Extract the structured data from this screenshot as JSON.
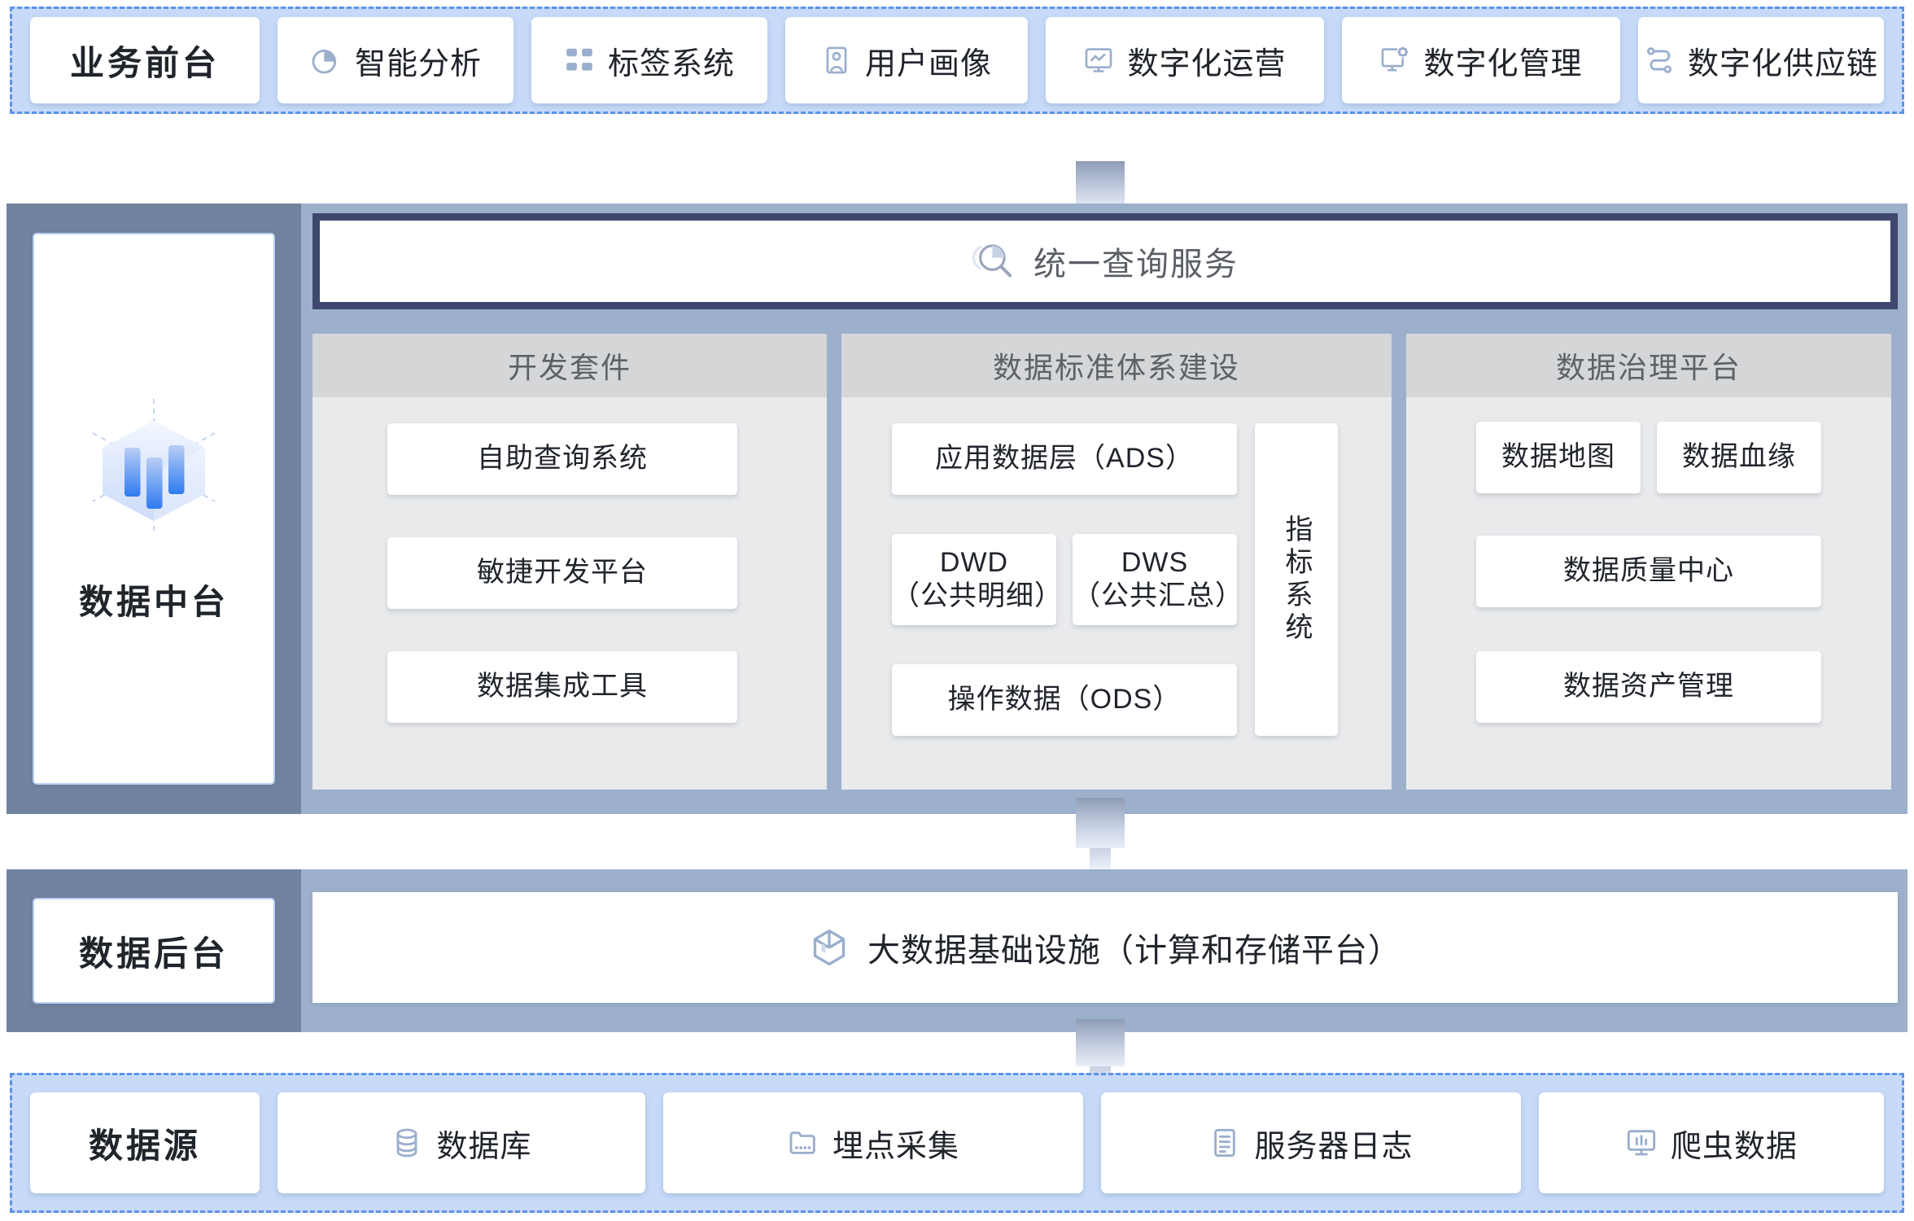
{
  "layers": {
    "business_front": {
      "label": "业务前台",
      "items": [
        {
          "label": "智能分析",
          "icon": "pie-chart-icon"
        },
        {
          "label": "标签系统",
          "icon": "grid-squares-icon"
        },
        {
          "label": "用户画像",
          "icon": "user-portrait-icon"
        },
        {
          "label": "数字化运营",
          "icon": "monitor-chart-icon"
        },
        {
          "label": "数字化管理",
          "icon": "monitor-gear-icon"
        },
        {
          "label": "数字化供应链",
          "icon": "supply-chain-node-icon"
        }
      ]
    },
    "data_middle": {
      "label": "数据中台",
      "logo_icon": "data-cube-bars-icon",
      "query_service": {
        "label": "统一查询服务",
        "icon": "search-magnifier-icon"
      },
      "columns": [
        {
          "title": "开发套件",
          "cards": [
            "自助查询系统",
            "敏捷开发平台",
            "数据集成工具"
          ]
        },
        {
          "title": "数据标准体系建设",
          "cards": [
            "应用数据层（ADS）",
            "DWD\n（公共明细）",
            "DWS\n（公共汇总）",
            "操作数据（ODS）"
          ],
          "side_card": "指标系统"
        },
        {
          "title": "数据治理平台",
          "cards": [
            "数据地图",
            "数据血缘",
            "数据质量中心",
            "数据资产管理"
          ]
        }
      ]
    },
    "data_back": {
      "label": "数据后台",
      "infra": {
        "label": "大数据基础设施（计算和存储平台）",
        "icon": "cube-3d-icon"
      }
    },
    "data_source": {
      "label": "数据源",
      "items": [
        {
          "label": "数据库",
          "icon": "database-icon"
        },
        {
          "label": "埋点采集",
          "icon": "tracking-folder-icon"
        },
        {
          "label": "服务器日志",
          "icon": "log-document-icon"
        },
        {
          "label": "爬虫数据",
          "icon": "crawler-monitor-icon"
        }
      ]
    }
  },
  "colors": {
    "band_blue_fill": "#c7daf9",
    "band_blue_border": "#5c93e8",
    "band_slate_fill": "#9cb0cc",
    "label_panel_fill": "#7283a0",
    "query_border": "#3e476e",
    "column_head": "#d4d6d8",
    "column_body": "#e8eaec",
    "icon_blue": "#9aaecd"
  }
}
